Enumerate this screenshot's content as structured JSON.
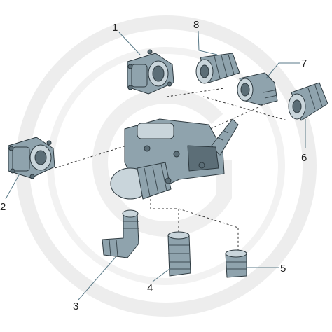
{
  "diagram": {
    "labels": [
      {
        "id": "1",
        "text": "1"
      },
      {
        "id": "2",
        "text": "2"
      },
      {
        "id": "3",
        "text": "3"
      },
      {
        "id": "4",
        "text": "4"
      },
      {
        "id": "5",
        "text": "5"
      },
      {
        "id": "6",
        "text": "6"
      },
      {
        "id": "7",
        "text": "7"
      },
      {
        "id": "8",
        "text": "8"
      }
    ],
    "colors": {
      "watermark": "#ececec",
      "part_body": "#8fa3ad",
      "part_light": "#c9d5db",
      "part_dark": "#5c6e77",
      "leader_line": "#5a7a88",
      "label_text": "#222222"
    },
    "watermark_logo": "G"
  }
}
